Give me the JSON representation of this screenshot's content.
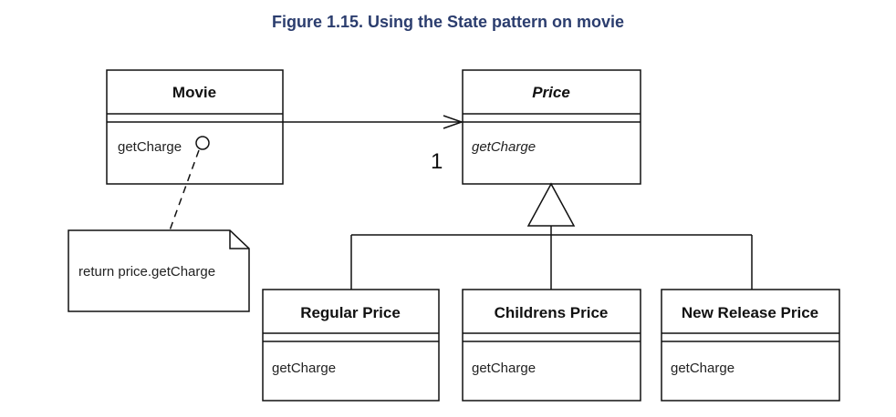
{
  "figure": {
    "caption": "Figure 1.15. Using the State pattern on movie"
  },
  "classes": {
    "movie": {
      "name": "Movie",
      "operation": "getCharge"
    },
    "price": {
      "name": "Price",
      "operation": "getCharge"
    },
    "regular_price": {
      "name": "Regular Price",
      "operation": "getCharge"
    },
    "childrens_price": {
      "name": "Childrens Price",
      "operation": "getCharge"
    },
    "new_release_price": {
      "name": "New Release Price",
      "operation": "getCharge"
    }
  },
  "association": {
    "multiplicity": "1"
  },
  "note": {
    "text": "return price.getCharge"
  },
  "colors": {
    "caption": "#2b3d6e",
    "lines": "#111111"
  }
}
